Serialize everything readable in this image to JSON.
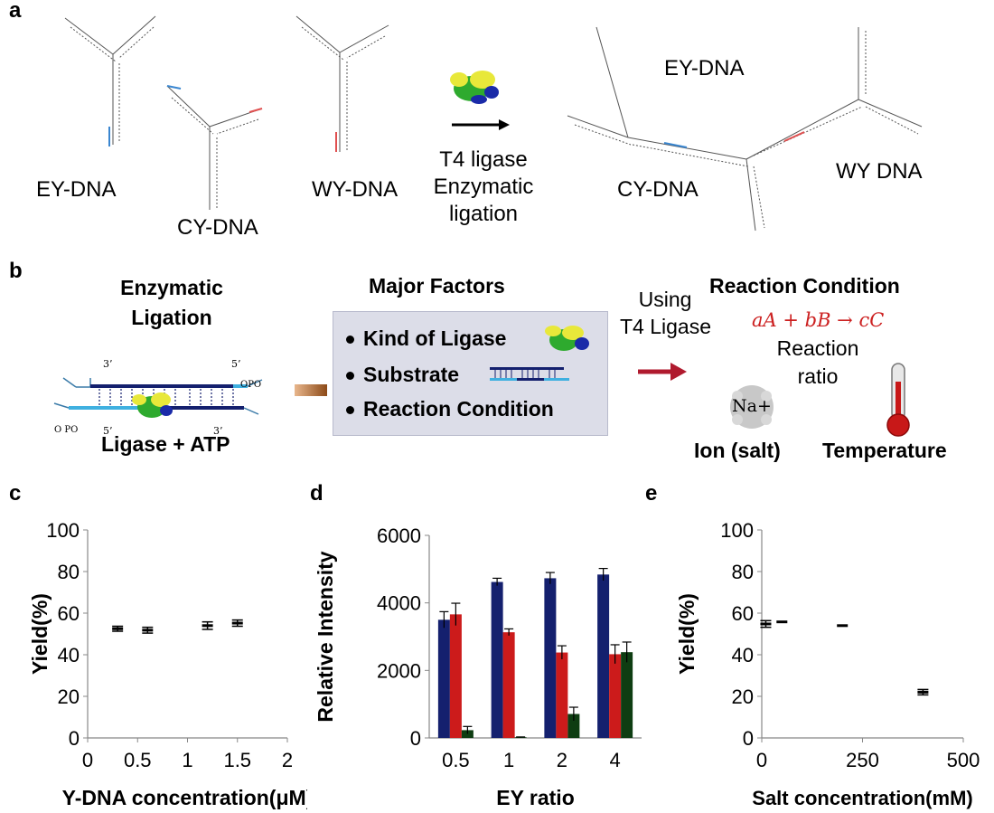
{
  "panel_a": {
    "letter": "a",
    "labels": {
      "ey": "EY-DNA",
      "cy": "CY-DNA",
      "wy": "WY-DNA"
    },
    "arrow_caption": [
      "T4 ligase",
      "Enzymatic",
      "ligation"
    ],
    "product_labels": {
      "ey": "EY-DNA",
      "cy": "CY-DNA",
      "wy": "WY DNA"
    }
  },
  "panel_b": {
    "letter": "b",
    "enzymatic_title": [
      "Enzymatic",
      "Ligation"
    ],
    "ligase_atp": "Ligase + ATP",
    "strand_labels": {
      "three_prime_a": "3’",
      "five_prime_a": "5’",
      "five_prime_b": "5’",
      "three_prime_b": "3’",
      "opo_right": "OPO",
      "opo_left": "O PO"
    },
    "major_factors_title": "Major Factors",
    "factors": [
      "Kind of Ligase",
      "Substrate",
      "Reaction Condition"
    ],
    "using": [
      "Using",
      "T4 Ligase"
    ],
    "reaction_title": "Reaction Condition",
    "equation": "aA + bB → cC",
    "reaction_ratio": [
      "Reaction",
      "ratio"
    ],
    "ion_symbol": "Na+",
    "ion_label": "Ion (salt)",
    "temperature_label": "Temperature"
  },
  "colors": {
    "navy": "#14206e",
    "red": "#cc1b1b",
    "darkgreen": "#0e3d12",
    "cyan": "#3fb0e0",
    "arrow_red": "#b01a2e",
    "box": "#dcdde8"
  },
  "chart_data": [
    {
      "letter": "c",
      "type": "scatter",
      "xlabel": "Y-DNA concentration(μM)",
      "ylabel": "Yield(%)",
      "xlim": [
        0,
        2
      ],
      "ylim": [
        0,
        100
      ],
      "xticks": [
        "0",
        "0.5",
        "1",
        "1.5",
        "2"
      ],
      "yticks": [
        "0",
        "20",
        "40",
        "60",
        "80",
        "100"
      ],
      "points": [
        {
          "x": 0.3,
          "y": 52.5,
          "err": 1.2
        },
        {
          "x": 0.6,
          "y": 51.8,
          "err": 1.4
        },
        {
          "x": 1.2,
          "y": 54.0,
          "err": 1.8
        },
        {
          "x": 1.5,
          "y": 55.2,
          "err": 1.5
        }
      ]
    },
    {
      "letter": "d",
      "type": "bar",
      "xlabel": "EY ratio",
      "ylabel": "Relative Intensity",
      "categories": [
        "0.5",
        "1",
        "2",
        "4"
      ],
      "ylim": [
        0,
        6000
      ],
      "yticks": [
        "0",
        "2000",
        "4000",
        "6000"
      ],
      "series": [
        {
          "values": [
            3500,
            4620,
            4730,
            4840
          ],
          "errors": [
            240,
            110,
            170,
            180
          ],
          "color": "#14206e"
        },
        {
          "values": [
            3660,
            3130,
            2530,
            2480
          ],
          "errors": [
            330,
            100,
            200,
            280
          ],
          "color": "#cc1b1b"
        },
        {
          "values": [
            230,
            20,
            710,
            2540
          ],
          "errors": [
            110,
            10,
            200,
            300
          ],
          "color": "#0e3d12"
        }
      ]
    },
    {
      "letter": "e",
      "type": "scatter",
      "xlabel": "Salt concentration(mM)",
      "ylabel": "Yield(%)",
      "xlim": [
        0,
        500
      ],
      "ylim": [
        0,
        100
      ],
      "xticks": [
        "0",
        "250",
        "500"
      ],
      "yticks": [
        "0",
        "20",
        "40",
        "60",
        "80",
        "100"
      ],
      "points": [
        {
          "x": 10,
          "y": 54.8,
          "err": 1.6
        },
        {
          "x": 50,
          "y": 55.8,
          "err": 0
        },
        {
          "x": 200,
          "y": 54.0,
          "err": 0
        },
        {
          "x": 400,
          "y": 22.0,
          "err": 1.3
        }
      ]
    }
  ]
}
